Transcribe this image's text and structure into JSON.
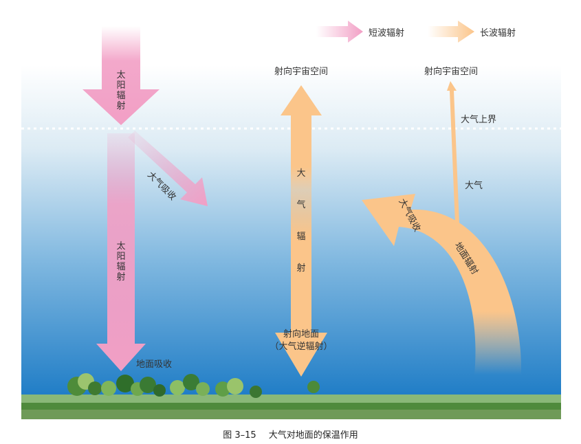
{
  "legend": {
    "short_wave": "短波辐射",
    "long_wave": "长波辐射"
  },
  "labels": {
    "solar_radiation_top": "太阳辐射",
    "solar_radiation_lower": "太阳辐射",
    "atmosphere_absorb_upper": "大气吸收",
    "ground_absorb": "地面吸收",
    "atmosphere_radiation": "大气辐射",
    "to_space_middle": "射向宇宙空间",
    "to_space_right": "射向宇宙空间",
    "to_ground": "射向地面",
    "counter_radiation": "（大气逆辐射）",
    "atmosphere_top": "大气上界",
    "atmosphere_word": "大气",
    "atmosphere_absorb_right": "大气吸收",
    "ground_radiation": "地面辐射"
  },
  "caption": {
    "number": "图 3–15",
    "title": "大气对地面的保温作用"
  },
  "colors": {
    "short_wave": "#f29fc5",
    "long_wave": "#fbc58a",
    "sky_top": "#ffffff",
    "sky_bottom": "#1e7cc6",
    "grass": "#5f9448"
  }
}
